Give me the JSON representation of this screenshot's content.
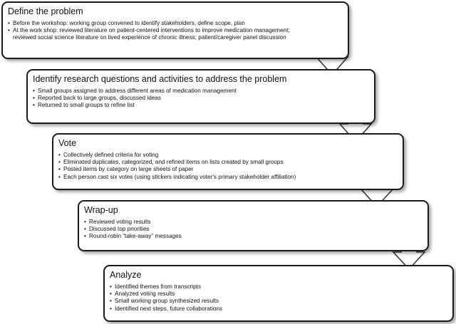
{
  "steps": [
    {
      "title": "Define the problem",
      "items": [
        "Before the workshop: working group convened to identify stakeholders, define scope, plan",
        "At the work shop: reviewed literature on patient-centered interventions to improve medication management; reviewed social science literature on lived experience of chronic illness; patient/caregiver panel discussion"
      ]
    },
    {
      "title": "Identify research questions and activities to address the problem",
      "items": [
        "Small groups assigned to address different areas of medication management",
        "Reported back to large groups, discussed ideas",
        "Returned to small groups to refine list"
      ]
    },
    {
      "title": "Vote",
      "items": [
        "Collectively defined criteria for voting",
        "Eliminated duplicates, categorized, and refined items on lists created by small groups",
        "Posted items by category on large sheets of paper",
        "Each person cast six votes (using stickers indicating voter's primary stakeholder affiliation)"
      ]
    },
    {
      "title": "Wrap-up",
      "items": [
        "Reviewed voting results",
        "Discussed top priorities",
        "Round-robin “take-away” messages"
      ]
    },
    {
      "title": "Analyze",
      "items": [
        "Identified themes from transcripts",
        "Analyzed voting results",
        "Small working group synthesized results",
        "Identified next steps, future collaborations"
      ]
    }
  ],
  "colors": {
    "border": "#1a1a1a",
    "arrow_fill": "#ffffff"
  }
}
